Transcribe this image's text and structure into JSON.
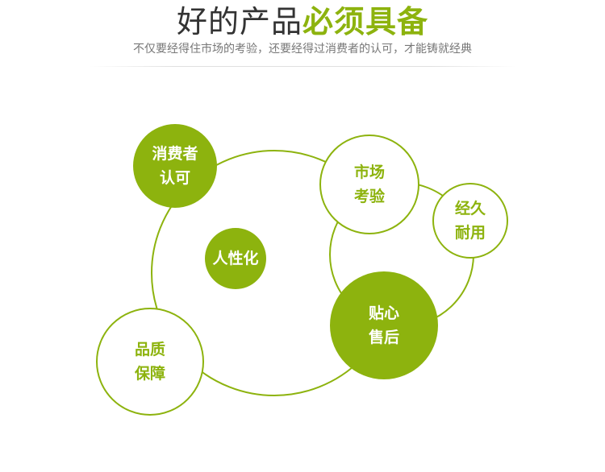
{
  "header": {
    "title_part1": "好的产品",
    "title_part2": "必须具备",
    "subtitle": "不仅要经得住市场的考验，还要经得过消费者的认可，才能铸就经典"
  },
  "colors": {
    "accent": "#8db30e",
    "title_dark": "#333333",
    "subtitle": "#777777"
  },
  "nodes": {
    "consumer": "消费者\n认可",
    "market": "市场\n考验",
    "durable": "经久\n耐用",
    "humanized": "人性化",
    "service": "贴心\n售后",
    "quality": "品质\n保障"
  }
}
